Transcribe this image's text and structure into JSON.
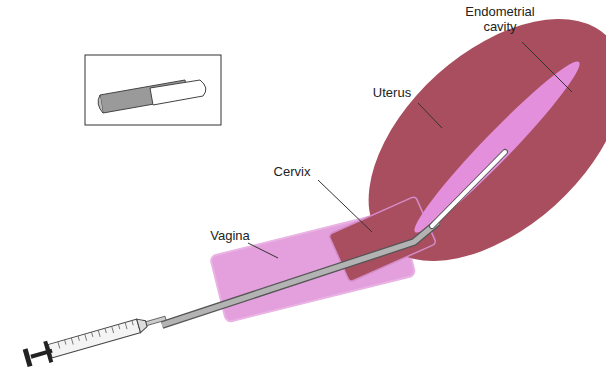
{
  "diagram": {
    "labels": [
      "Endometrial cavity",
      "Uterus",
      "Cervix",
      "Vagina"
    ]
  }
}
